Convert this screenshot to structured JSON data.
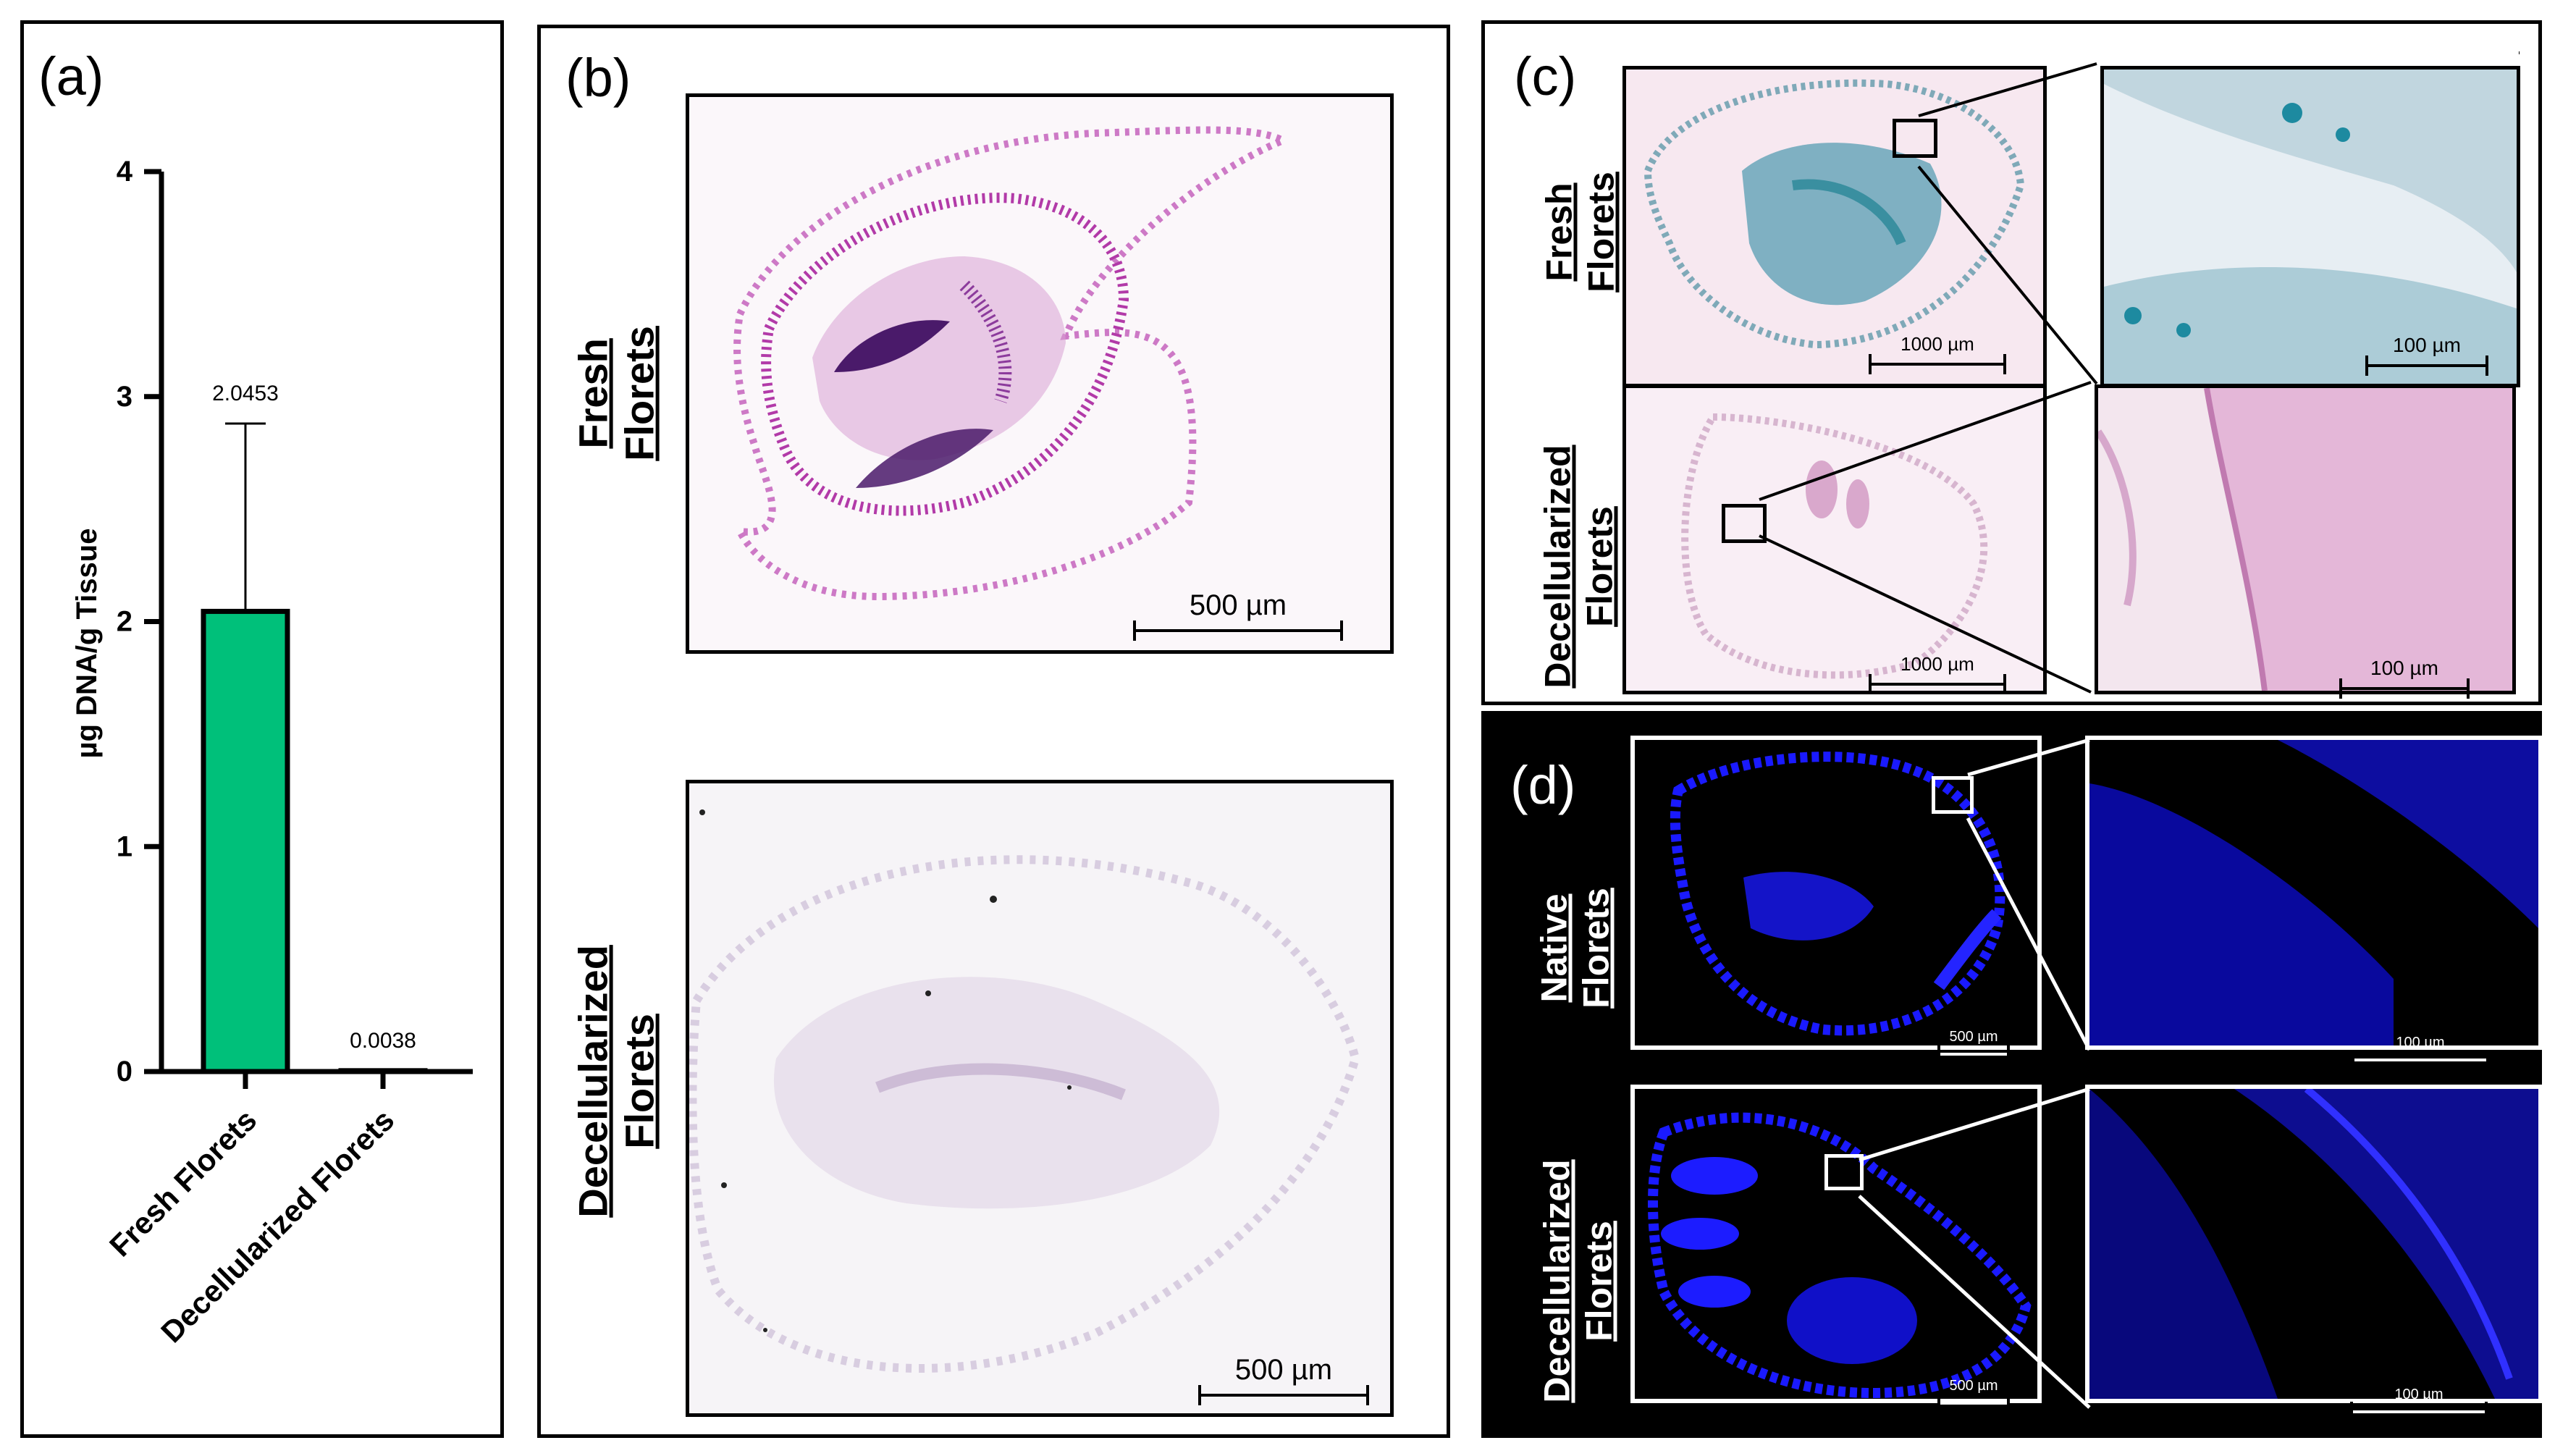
{
  "panels": {
    "a": {
      "label": "(a)"
    },
    "b": {
      "label": "(b)",
      "row1": [
        "Fresh",
        "Florets"
      ],
      "row2": [
        "Decellularized",
        "Florets"
      ],
      "scale": "500 µm"
    },
    "c": {
      "label": "(c)",
      "row1": [
        "Fresh",
        "Florets"
      ],
      "row2": [
        "Decellularized",
        "Florets"
      ],
      "scale_overview": "1000 µm",
      "scale_zoom": "100 µm"
    },
    "d": {
      "label": "(d)",
      "row1": [
        "Native",
        "Florets"
      ],
      "row2": [
        "Decellularized",
        "Florets"
      ],
      "scale_overview": "500 µm",
      "scale_zoom": "100 µm"
    }
  },
  "colors": {
    "bar_fill": "#00c07a",
    "panel_d_bg": "#000000",
    "stain_b": "#b23aa8",
    "stain_c": "#3a8fa0",
    "dapi": "#1a1aff"
  },
  "chart_data": {
    "type": "bar",
    "categories": [
      "Fresh Florets",
      "Decellularized Florets"
    ],
    "values": [
      2.0453,
      0.0038
    ],
    "value_labels": [
      "2.0453",
      "0.0038"
    ],
    "error_upper": [
      2.88,
      null
    ],
    "ylabel": "µg DNA/g Tissue",
    "xlabel": "",
    "ylim": [
      0,
      4
    ],
    "yticks": [
      "0",
      "1",
      "2",
      "3",
      "4"
    ],
    "grid": false
  }
}
